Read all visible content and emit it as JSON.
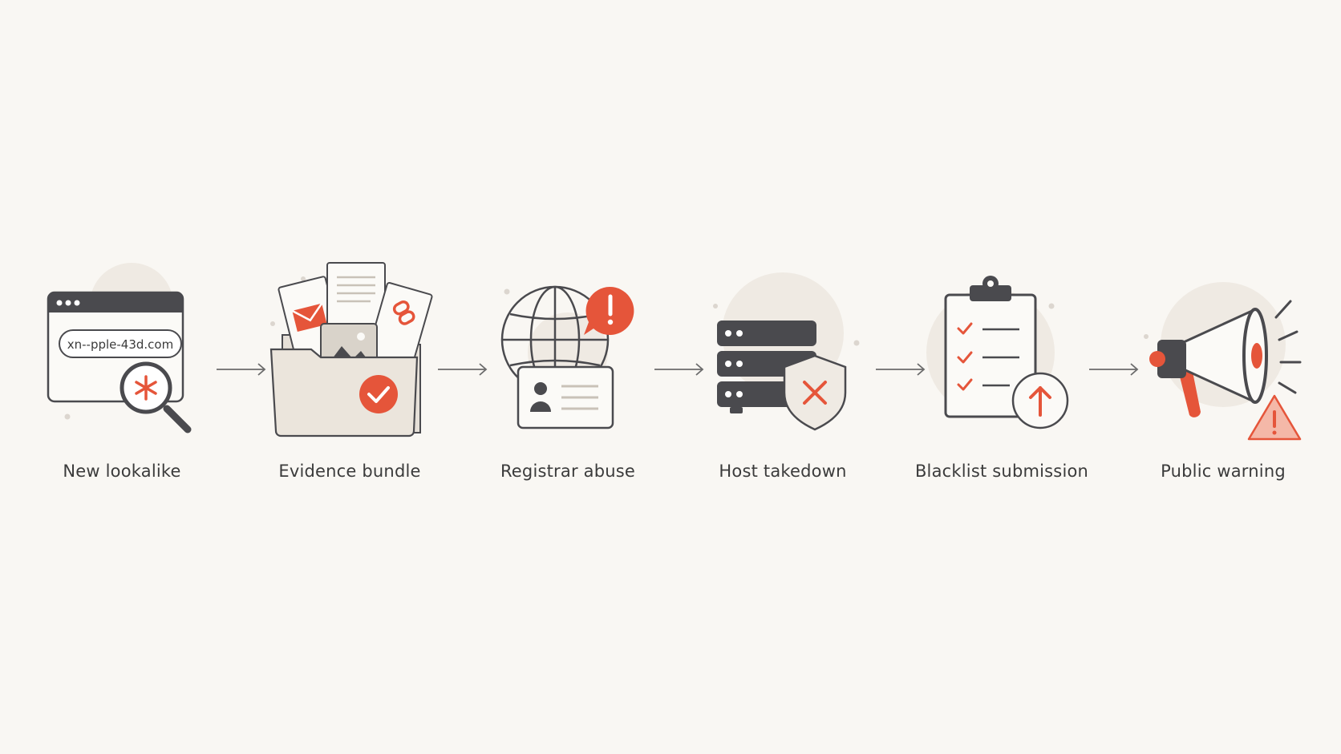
{
  "steps": [
    {
      "label": "New lookalike",
      "icon": "browser-search-icon",
      "url_text": "xn--pple-43d.com"
    },
    {
      "label": "Evidence bundle",
      "icon": "evidence-folder-icon"
    },
    {
      "label": "Registrar abuse",
      "icon": "globe-id-card-icon"
    },
    {
      "label": "Host takedown",
      "icon": "server-shield-icon"
    },
    {
      "label": "Blacklist submission",
      "icon": "clipboard-upload-icon"
    },
    {
      "label": "Public warning",
      "icon": "megaphone-warning-icon"
    }
  ],
  "colors": {
    "background": "#f9f7f3",
    "accent": "#e5553a",
    "dark": "#4a4a4e",
    "light_fill": "#efeae3"
  }
}
